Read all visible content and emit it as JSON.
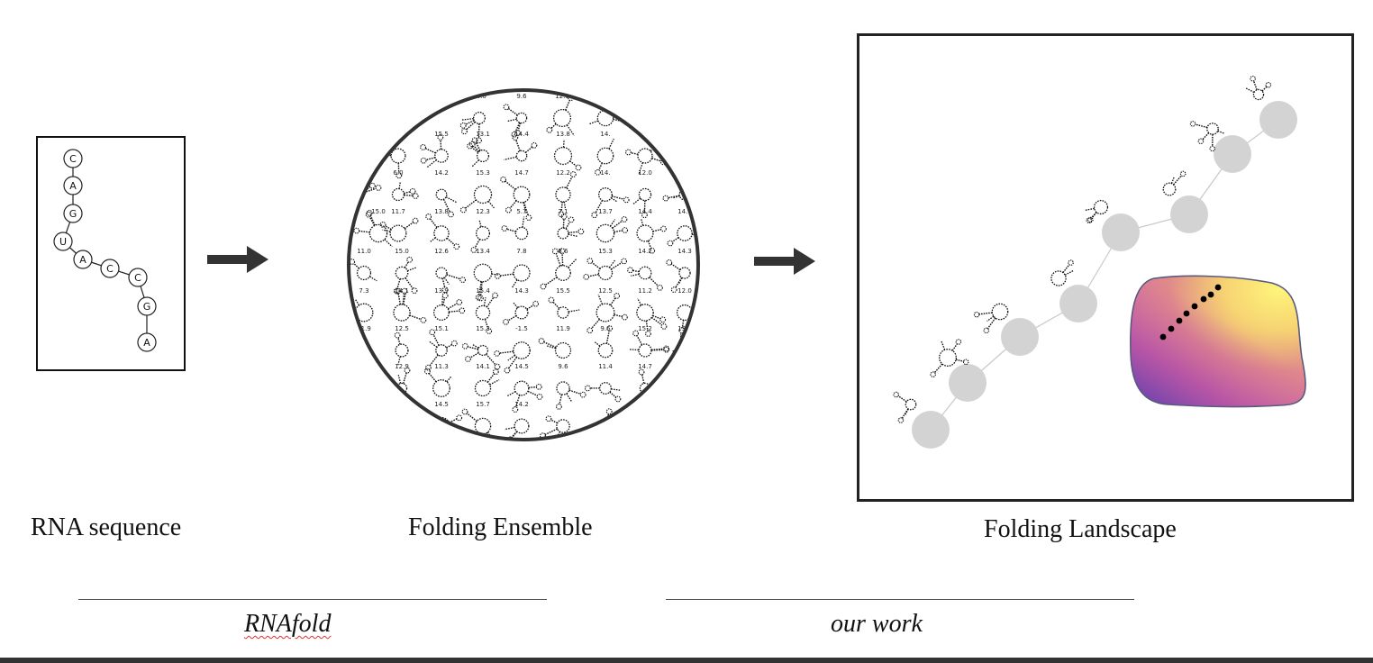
{
  "stages": [
    {
      "caption": "RNA sequence"
    },
    {
      "caption": "Folding Ensemble"
    },
    {
      "caption": "Folding Landscape"
    }
  ],
  "sequence": [
    "C",
    "A",
    "G",
    "U",
    "A",
    "C",
    "C",
    "G",
    "A"
  ],
  "ensemble_energies": [
    "14.0",
    "9.6",
    "12.9",
    "",
    "14.1",
    "15.5",
    "13.1",
    "14.4",
    "13.8",
    "14.",
    "15.2",
    "12.8",
    "6.0",
    "14.2",
    "15.3",
    "14.7",
    "12.2",
    "14.",
    "12.0",
    "11.1",
    "15.0",
    "11.7",
    "13.8",
    "12.3",
    "5.7",
    "7.1",
    "13.7",
    "14.4",
    "14.7",
    "11.0",
    "15.0",
    "12.6",
    "13.4",
    "7.8",
    "8.6",
    "15.3",
    "14.2",
    "14.3",
    "7.3",
    "14.1",
    "13.9",
    "15.4",
    "14.3",
    "15.5",
    "12.5",
    "11.2",
    "12.0",
    "11.9",
    "12.5",
    "15.1",
    "15.3",
    "-1.5",
    "11.9",
    "9.6",
    "15.2",
    "15.4",
    "12.9",
    "11.3",
    "14.1",
    "14.5",
    "9.6",
    "11.4",
    "14.7",
    "14.5",
    "15.7",
    "14.2"
  ],
  "footer": {
    "left_label": "RNAfold",
    "right_label": "our work"
  }
}
